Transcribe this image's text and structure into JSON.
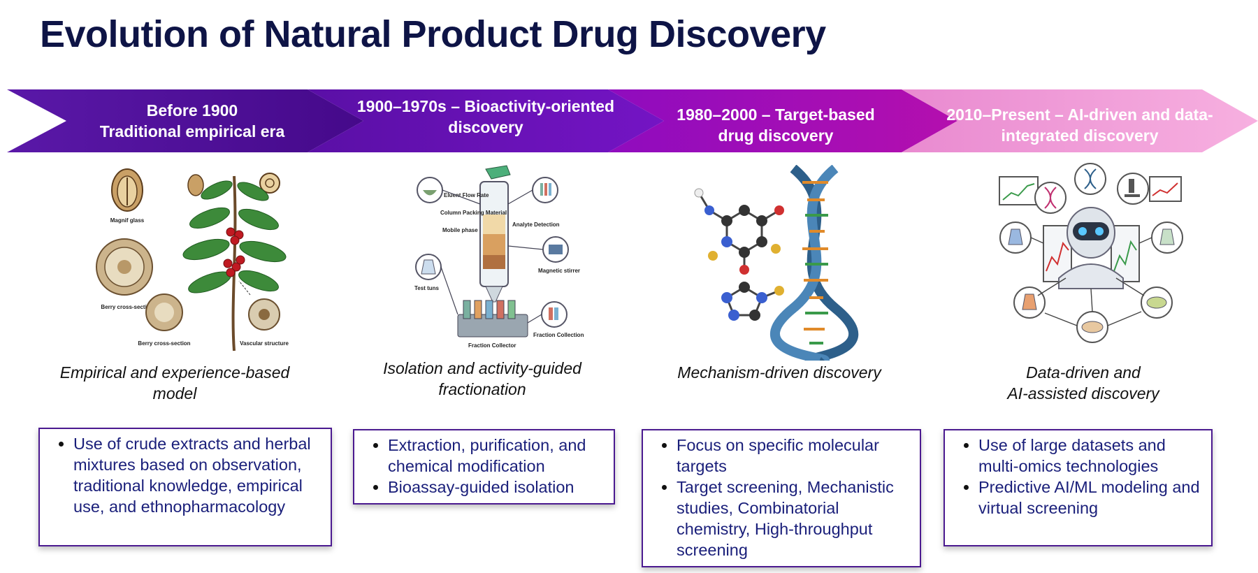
{
  "title": "Evolution of Natural Product Drug Discovery",
  "eras": [
    {
      "label_lines": [
        "Before 1900",
        "Traditional empirical era"
      ],
      "caption_lines": [
        "Empirical and experience-based",
        "model"
      ],
      "bullets": [
        "Use of crude extracts and herbal mixtures based on observation, traditional knowledge, empirical use, and ethnopharmacology"
      ],
      "illustration_labels": [
        "Magnif glass",
        "Berry cross-section",
        "Berry cross-section",
        "Vascular structure"
      ]
    },
    {
      "label_lines": [
        "1900–1970s – Bioactivity-oriented",
        "discovery"
      ],
      "caption_lines": [
        "Isolation and activity-guided",
        "fractionation"
      ],
      "bullets": [
        "Extraction, purification, and chemical modification",
        "Bioassay-guided isolation"
      ],
      "illustration_labels": [
        "Eluent Flow Rate",
        "Column Packing Material",
        "Mobile phase",
        "Analyte Detection",
        "Magnetic stirrer",
        "Test tuns",
        "Fraction Collector",
        "Fraction Collection"
      ]
    },
    {
      "label_lines": [
        "1980–2000 – Target-based",
        "drug discovery"
      ],
      "caption_lines": [
        "Mechanism-driven discovery"
      ],
      "bullets": [
        "Focus on specific molecular targets",
        "Target screening, Mechanistic studies, Combinatorial chemistry, High-throughput screening"
      ],
      "illustration_labels": []
    },
    {
      "label_lines": [
        "2010–Present – AI-driven and data-",
        "integrated discovery"
      ],
      "caption_lines": [
        "Data-driven and",
        "AI-assisted discovery"
      ],
      "bullets": [
        "Use of large datasets and multi-omics technologies",
        "Predictive AI/ML modeling and virtual screening"
      ],
      "illustration_labels": []
    }
  ],
  "colors": {
    "title": "#0e1446",
    "era1": "#4a0e8f",
    "era2": "#6a10b8",
    "era3": "#a50cb4",
    "era4": "#f29cd6",
    "box_border": "#4b1a90",
    "bullet_text": "#1a1f7a"
  },
  "icons": [
    "coffee-plant-icon",
    "chromatography-apparatus-icon",
    "molecule-dna-icon",
    "ai-robot-network-icon"
  ]
}
